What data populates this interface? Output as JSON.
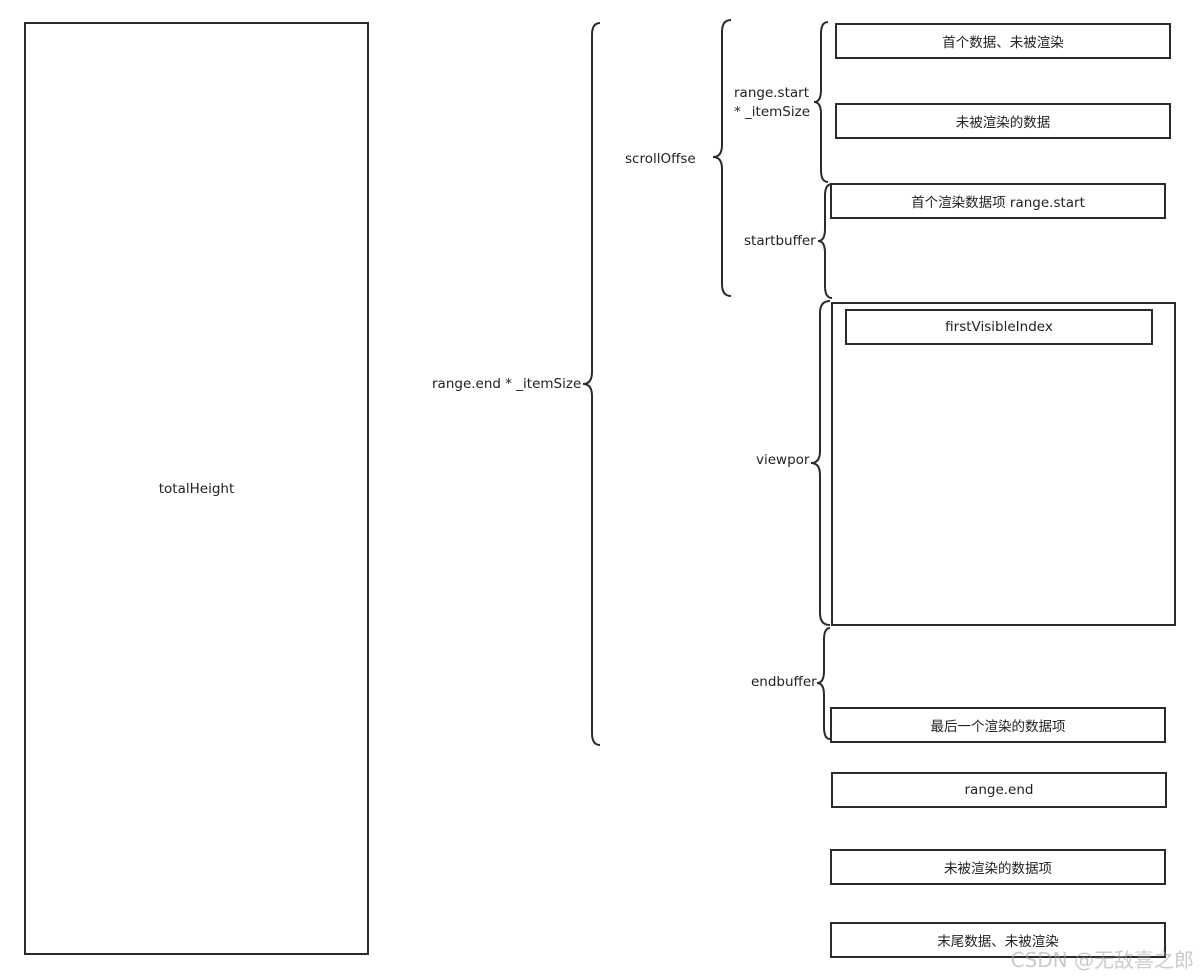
{
  "total": {
    "label": "totalHeight"
  },
  "braces": {
    "range_end_itemsize": "range.end * _itemSize",
    "scroll_offset": "scrollOffse",
    "range_start_itemsize_line1": "range.start",
    "range_start_itemsize_line2": "* _itemSize",
    "start_buffer": "startbuffer",
    "viewport": "viewpor",
    "end_buffer": "endbuffer"
  },
  "items": {
    "first_data_unrendered": "首个数据、未被渲染",
    "unrendered_data": "未被渲染的数据",
    "first_rendered_item": "首个渲染数据项 range.start",
    "first_visible_index": "firstVisibleIndex",
    "last_rendered_item": "最后一个渲染的数据项",
    "range_end": "range.end",
    "unrendered_item": "未被渲染的数据项",
    "tail_data_unrendered": "末尾数据、未被渲染"
  },
  "watermark": "CSDN @无敌喜之郎",
  "colors": {
    "stroke": "#2b2b2b",
    "text": "#222222",
    "background": "#ffffff"
  }
}
